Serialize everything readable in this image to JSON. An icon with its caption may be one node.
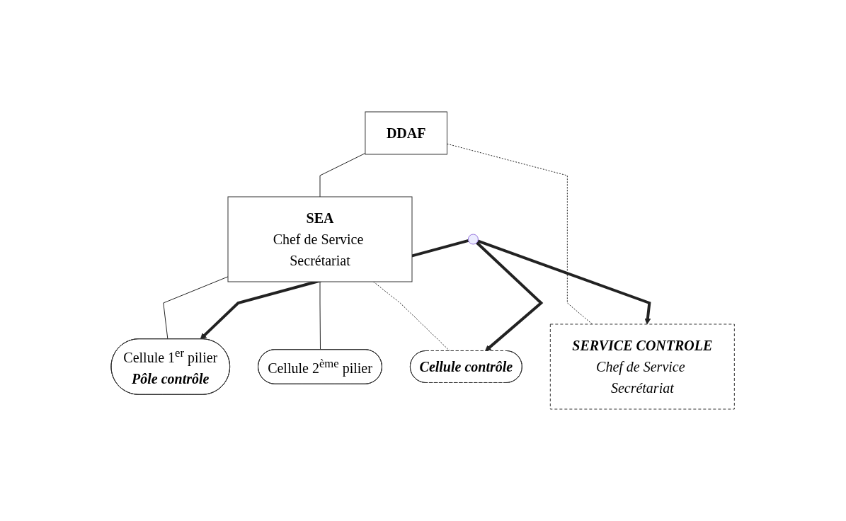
{
  "diagram": {
    "nodes": [
      {
        "text": [
          "DDAF"
        ]
      },
      {
        "text": [
          "SEA",
          "Chef de Service Secrétariat"
        ]
      },
      {
        "text": [
          "SERVICE CONTROLE",
          "Chef de Service Secrétariat"
        ]
      },
      {
        "text": [
          "Cellule 1$^{er}$ pilier",
          "Pôle contrôle"
        ]
      },
      {
        "text": [
          "Cellule 2$^{ème}$ pilier"
        ]
      },
      {
        "text": [
          "Cellule contrôle"
        ]
      }
    ],
    "edges": [
      {
        "from": 0,
        "to": 1,
        "arrow": "none"
      },
      {
        "from": 0,
        "to": 2,
        "arrow": "none",
        "style": "dashed"
      },
      {
        "from": 1,
        "to": 3,
        "arrow": "none"
      },
      {
        "from": 1,
        "to": 4,
        "arrow": "none"
      },
      {
        "from": 1,
        "to": 5,
        "arrow": "none",
        "style": "dashed"
      },
      {
        "from": null,
        "to": 2,
        "arrow": "to",
        "style": "thick"
      },
      {
        "from": null,
        "to": 3,
        "arrow": "to",
        "style": "thick"
      },
      {
        "from": null,
        "to": 5,
        "arrow": "to",
        "style": "thick"
      }
    ]
  }
}
